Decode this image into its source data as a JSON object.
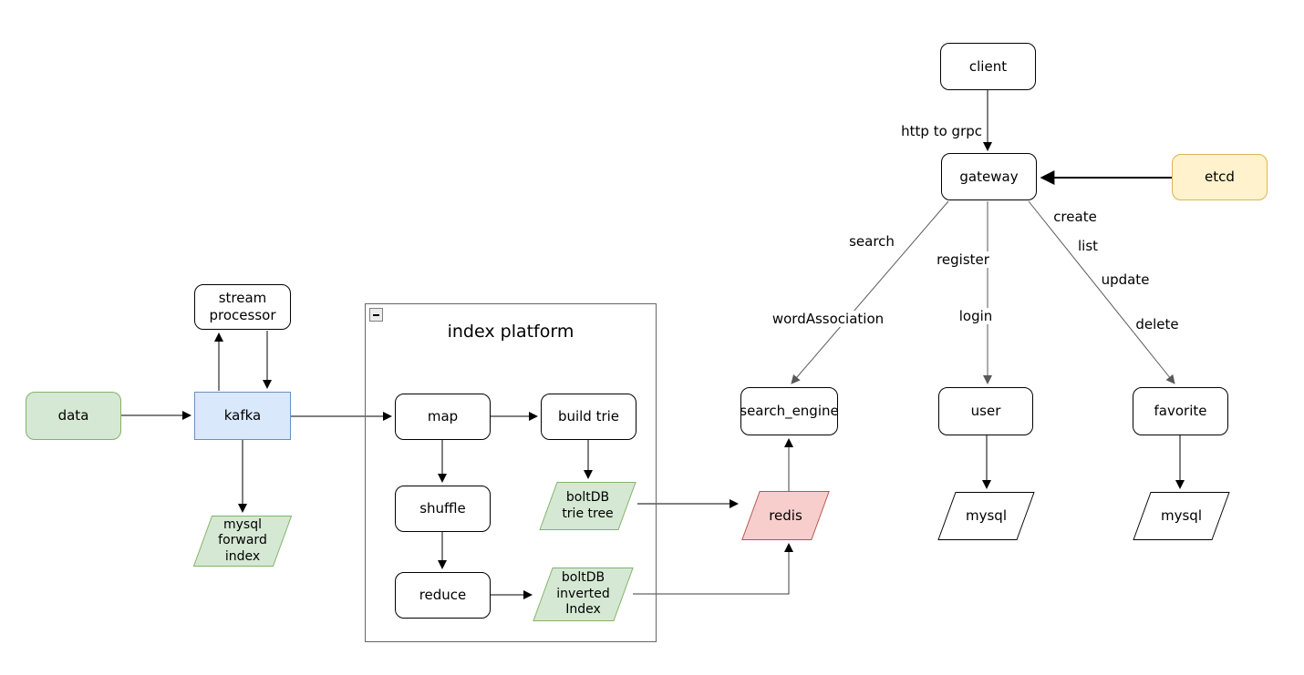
{
  "diagram": {
    "container": {
      "title": "index platform"
    },
    "nodes": {
      "data": "data",
      "kafka": "kafka",
      "stream_processor": "stream\nprocessor",
      "mysql_forward_index": "mysql\nforward\nindex",
      "map": "map",
      "build_trie": "build trie",
      "shuffle": "shuffle",
      "reduce": "reduce",
      "boltdb_trie_tree": "boltDB\ntrie tree",
      "boltdb_inverted_index": "boltDB\ninverted\nIndex",
      "redis": "redis",
      "search_engine": "search_engine",
      "client": "client",
      "gateway": "gateway",
      "etcd": "etcd",
      "user": "user",
      "favorite": "favorite",
      "mysql_user": "mysql",
      "mysql_favorite": "mysql"
    },
    "edge_labels": {
      "http_to_grpc": "http to grpc",
      "search": "search",
      "word_association": "wordAssociation",
      "register": "register",
      "login": "login",
      "create": "create",
      "list": "list",
      "update": "update",
      "delete": "delete"
    },
    "colors": {
      "green_fill": "#d5e8d4",
      "green_border": "#82b366",
      "blue_fill": "#dae8fc",
      "blue_border": "#6c8ebf",
      "red_fill": "#f8cecc",
      "red_border": "#b85450",
      "yellow_fill": "#fff2cc",
      "yellow_border": "#d6b656",
      "white_fill": "#ffffff",
      "node_border": "#000000",
      "edge_color": "#000000",
      "fanout_edge_color": "#595959",
      "container_border": "#666666"
    }
  }
}
